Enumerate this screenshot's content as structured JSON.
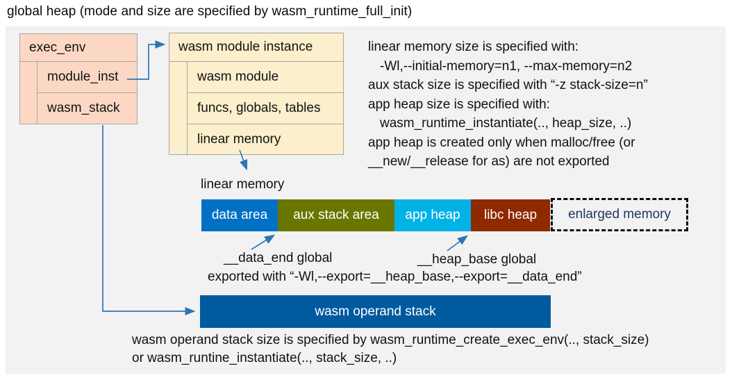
{
  "title": "global heap (mode and size are specified by wasm_runtime_full_init)",
  "exec_env": {
    "header": "exec_env",
    "rows": [
      "module_inst",
      "wasm_stack"
    ]
  },
  "module_instance": {
    "header": "wasm module instance",
    "rows": [
      "wasm module",
      "funcs, globals, tables",
      "linear memory"
    ]
  },
  "notes_right": {
    "lines": [
      "linear memory size is specified with:",
      "-Wl,--initial-memory=n1, --max-memory=n2",
      "aux stack size is specified with “-z stack-size=n”",
      "app heap size is specified with:",
      "wasm_runtime_instantiate(.., heap_size, ..)",
      "app heap is created only when malloc/free (or",
      "__new/__release for as) are not exported"
    ]
  },
  "linear_memory": {
    "label": "linear memory",
    "segments": [
      {
        "label": "data area",
        "color": "#0071c5"
      },
      {
        "label": "aux stack area",
        "color": "#697600"
      },
      {
        "label": "app heap",
        "color": "#00b2e6"
      },
      {
        "label": "libc heap",
        "color": "#8f2900"
      }
    ],
    "enlarged": {
      "label": "enlarged memory",
      "text_color": "#1f3864"
    }
  },
  "annotations": {
    "data_end": "__data_end global",
    "heap_base": "__heap_base global",
    "exported": "exported with “-Wl,--export=__heap_base,--export=__data_end”"
  },
  "operand_stack": {
    "label": "wasm operand stack",
    "color": "#005a9e"
  },
  "notes_bottom": {
    "lines": [
      "wasm operand stack size is specified by wasm_runtime_create_exec_env(.., stack_size)",
      "or wasm_runtine_instantiate(.., stack_size, ..)"
    ]
  },
  "colors": {
    "panel_bg": "#f2f2f2",
    "exec_env_fill": "#fcd8c4",
    "module_fill": "#fcefcc",
    "box_border": "#a6a6a6",
    "arrow_blue": "#2e75b6"
  }
}
